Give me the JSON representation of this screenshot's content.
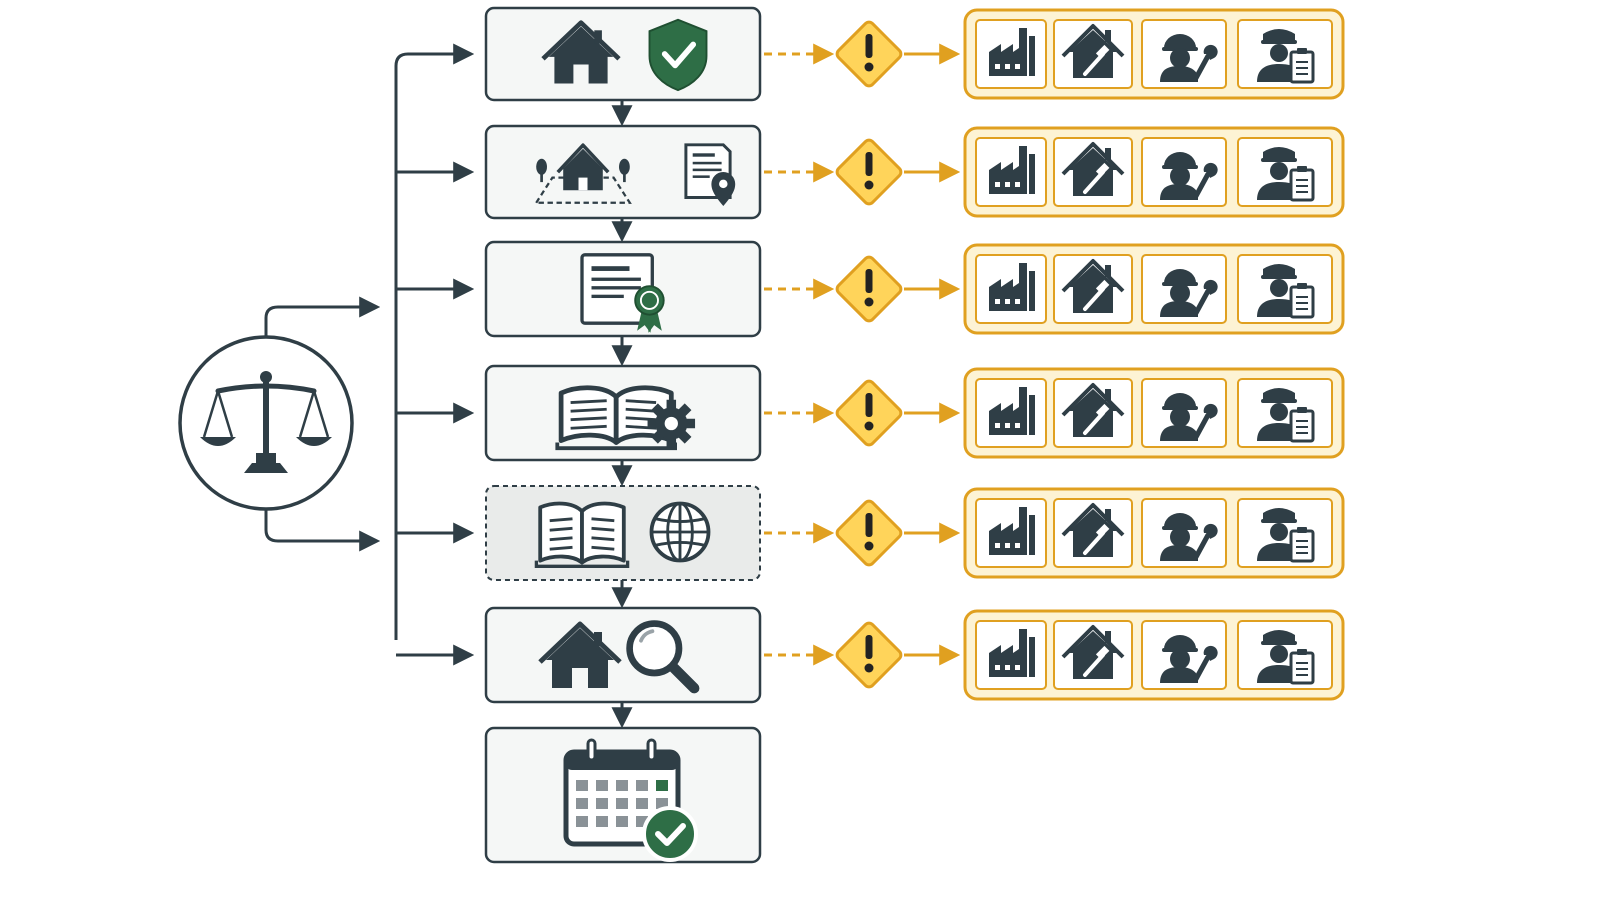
{
  "diagram": {
    "colors": {
      "ink": "#2f3e46",
      "box_fill": "#f5f7f6",
      "box_fill_dashed": "#e9ebea",
      "green": "#2e6e46",
      "amber": "#e0a020",
      "amber_fill": "#ffd45a",
      "amber_panel": "#fdf3d4",
      "tile_fill": "#ffffff"
    },
    "source": {
      "icon": "scales-of-justice-icon"
    },
    "steps": [
      {
        "id": "step-1",
        "icons": [
          "house-icon",
          "shield-check-icon"
        ],
        "style": "solid"
      },
      {
        "id": "step-2",
        "icons": [
          "property-plot-icon",
          "document-location-icon"
        ],
        "style": "solid"
      },
      {
        "id": "step-3",
        "icons": [
          "certificate-icon"
        ],
        "style": "solid"
      },
      {
        "id": "step-4",
        "icons": [
          "manual-settings-icon"
        ],
        "style": "solid"
      },
      {
        "id": "step-5",
        "icons": [
          "open-book-icon",
          "globe-icon"
        ],
        "style": "dashed"
      },
      {
        "id": "step-6",
        "icons": [
          "house-icon",
          "magnifier-icon"
        ],
        "style": "solid"
      },
      {
        "id": "step-7",
        "icons": [
          "calendar-check-icon"
        ],
        "style": "solid"
      }
    ],
    "warning": {
      "icon": "warning-diamond-icon"
    },
    "stakeholders": [
      "factory-icon",
      "house-repair-icon",
      "worker-wrench-icon",
      "inspector-clipboard-icon"
    ]
  }
}
